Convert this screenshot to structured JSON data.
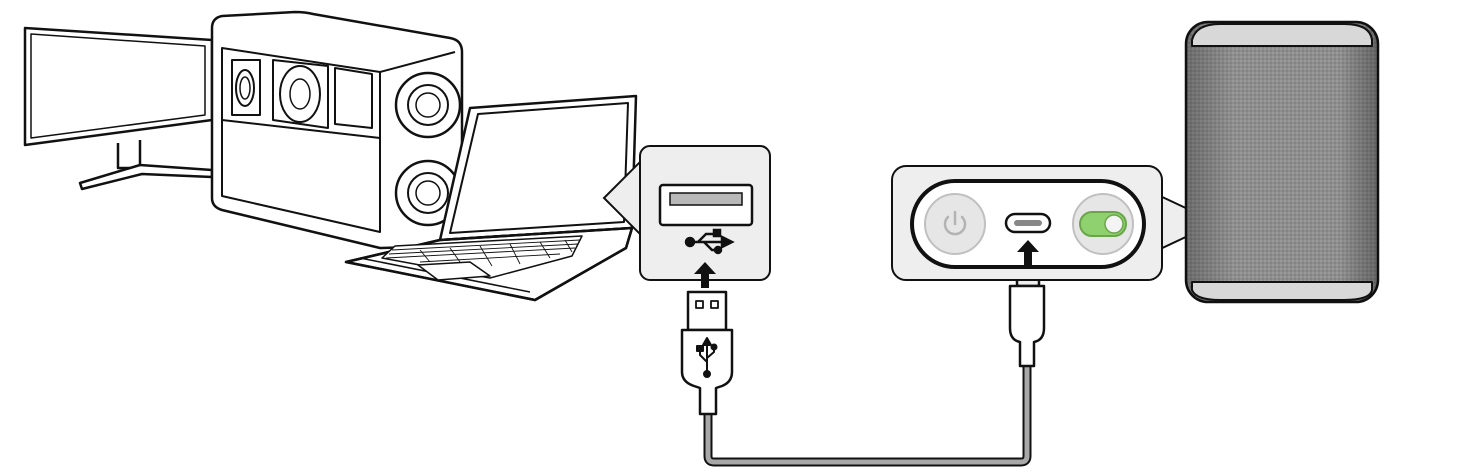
{
  "diagram": {
    "devices": {
      "monitor": "monitor-icon",
      "desktop_pc": "desktop-tower-icon",
      "laptop": "laptop-icon",
      "speaker": "speaker-icon"
    },
    "ports": {
      "computer_port": "usb-a-port",
      "speaker_port": "usb-c-port"
    },
    "cable": {
      "computer_end": "usb-a-plug",
      "speaker_end": "usb-c-plug"
    },
    "speaker_panel": {
      "power_button": "power-icon",
      "toggle_state": "on"
    },
    "colors": {
      "outline": "#111111",
      "panel_fill": "#eeeeee",
      "cable": "#a8a8a8",
      "speaker_fabric": "#8e8e8e",
      "toggle_green": "#8fd16f",
      "usb_port_fill": "#b8b8b8"
    }
  }
}
